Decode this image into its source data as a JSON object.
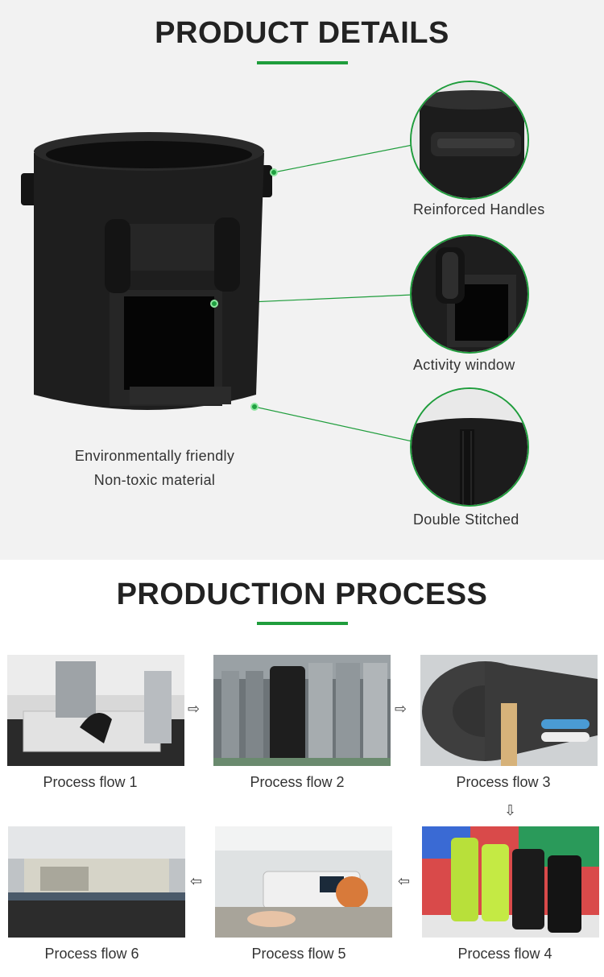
{
  "details": {
    "title": "PRODUCT DETAILS",
    "material_line1": "Environmentally friendly",
    "material_line2": "Non-toxic material",
    "features": [
      {
        "label": "Reinforced Handles"
      },
      {
        "label": "Activity window"
      },
      {
        "label": "Double Stitched"
      }
    ]
  },
  "process": {
    "title": "PRODUCTION PROCESS",
    "steps": [
      {
        "label": "Process flow 1"
      },
      {
        "label": "Process flow 2"
      },
      {
        "label": "Process flow 3"
      },
      {
        "label": "Process flow 4"
      },
      {
        "label": "Process flow 5"
      },
      {
        "label": "Process flow 6"
      }
    ],
    "arrow_right": "⇨",
    "arrow_left": "⇦",
    "arrow_down": "⇩"
  },
  "colors": {
    "accent": "#1f9d3c",
    "background_top": "#f2f2f2",
    "bag": "#1b1b1b"
  }
}
